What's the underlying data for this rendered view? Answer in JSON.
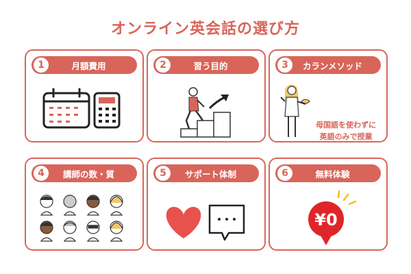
{
  "title": "オンライン英会話の選び方",
  "cards": [
    {
      "number": "1",
      "label": "月額費用"
    },
    {
      "number": "2",
      "label": "習う目的"
    },
    {
      "number": "3",
      "label": "カランメソッド",
      "note_line1": "母国語を使わずに",
      "note_line2": "英語のみで授業"
    },
    {
      "number": "4",
      "label": "講師の数・質"
    },
    {
      "number": "5",
      "label": "サポート体制"
    },
    {
      "number": "6",
      "label": "無料体験",
      "price": "¥0"
    }
  ],
  "colors": {
    "accent": "#d9655a",
    "badge": "#e0252a",
    "heart": "#e8524e"
  },
  "icons": [
    "calendar-icon",
    "calculator-icon",
    "stairs-climber-icon",
    "rising-arrow-icon",
    "teacher-icon",
    "book-icon",
    "teacher-faces-icon",
    "heart-icon",
    "chat-bubble-icon",
    "price-badge-icon"
  ]
}
